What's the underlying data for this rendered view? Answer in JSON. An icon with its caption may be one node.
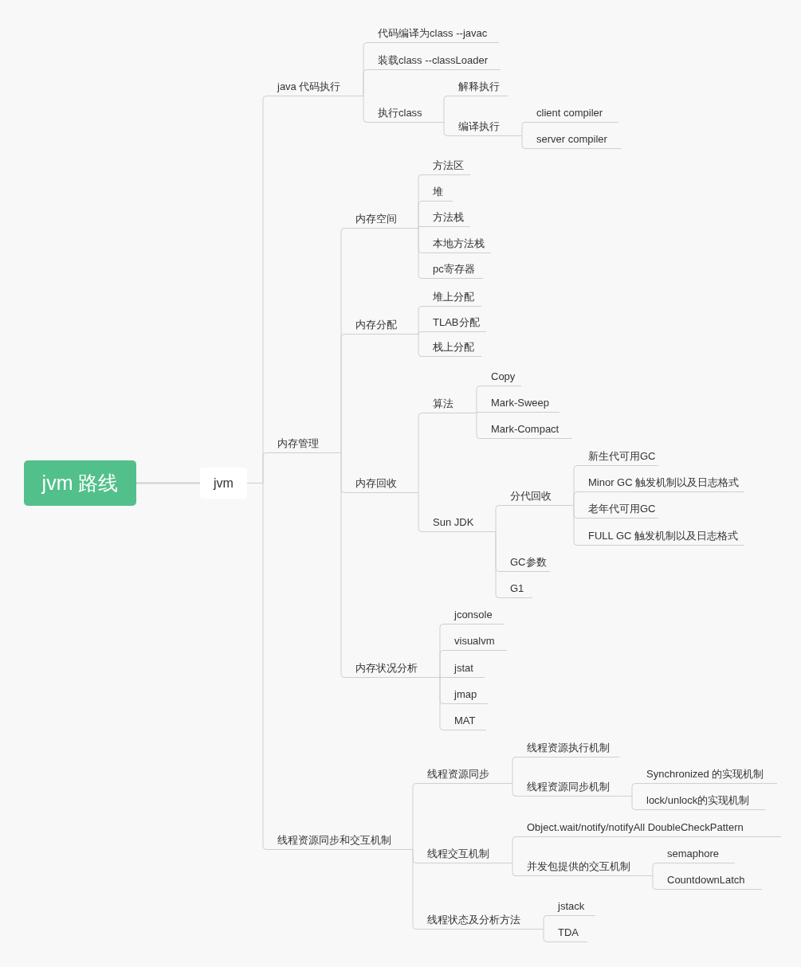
{
  "diagram": {
    "nodes": [
      {
        "text": [
          "jvm 路线"
        ]
      },
      {
        "text": [
          "jvm"
        ]
      },
      {
        "text": [
          "java 代码执行"
        ]
      },
      {
        "text": [
          "代码编译为class --javac"
        ]
      },
      {
        "text": [
          "装载class --classLoader"
        ]
      },
      {
        "text": [
          "执行class"
        ]
      },
      {
        "text": [
          "解释执行"
        ]
      },
      {
        "text": [
          "编译执行"
        ]
      },
      {
        "text": [
          "client compiler"
        ]
      },
      {
        "text": [
          "server compiler"
        ]
      },
      {
        "text": [
          "内存管理"
        ]
      },
      {
        "text": [
          "内存空间"
        ]
      },
      {
        "text": [
          "方法区"
        ]
      },
      {
        "text": [
          "堆"
        ]
      },
      {
        "text": [
          "方法栈"
        ]
      },
      {
        "text": [
          "本地方法栈"
        ]
      },
      {
        "text": [
          "pc寄存器"
        ]
      },
      {
        "text": [
          "内存分配"
        ]
      },
      {
        "text": [
          "堆上分配"
        ]
      },
      {
        "text": [
          "TLAB分配"
        ]
      },
      {
        "text": [
          "栈上分配"
        ]
      },
      {
        "text": [
          "内存回收"
        ]
      },
      {
        "text": [
          "算法"
        ]
      },
      {
        "text": [
          "Copy"
        ]
      },
      {
        "text": [
          "Mark-Sweep"
        ]
      },
      {
        "text": [
          "Mark-Compact"
        ]
      },
      {
        "text": [
          "Sun JDK"
        ]
      },
      {
        "text": [
          "分代回收"
        ]
      },
      {
        "text": [
          "新生代可用GC"
        ]
      },
      {
        "text": [
          "Minor GC 触发机制以及日志格式"
        ]
      },
      {
        "text": [
          "老年代可用GC"
        ]
      },
      {
        "text": [
          "FULL GC 触发机制以及日志格式"
        ]
      },
      {
        "text": [
          "GC参数"
        ]
      },
      {
        "text": [
          "G1"
        ]
      },
      {
        "text": [
          "内存状况分析"
        ]
      },
      {
        "text": [
          "jconsole"
        ]
      },
      {
        "text": [
          "visualvm"
        ]
      },
      {
        "text": [
          "jstat"
        ]
      },
      {
        "text": [
          "jmap"
        ]
      },
      {
        "text": [
          "MAT"
        ]
      },
      {
        "text": [
          "线程资源同步和交互机制"
        ]
      },
      {
        "text": [
          "线程资源同步"
        ]
      },
      {
        "text": [
          "线程资源执行机制"
        ]
      },
      {
        "text": [
          "线程资源同步机制"
        ]
      },
      {
        "text": [
          "Synchronized 的实现机制"
        ]
      },
      {
        "text": [
          "lock/unlock的实现机制"
        ]
      },
      {
        "text": [
          "线程交互机制"
        ]
      },
      {
        "text": [
          "Object.wait/notify/notifyAll DoubleCheckPattern"
        ]
      },
      {
        "text": [
          "并发包提供的交互机制"
        ]
      },
      {
        "text": [
          "semaphore"
        ]
      },
      {
        "text": [
          "CountdownLatch"
        ]
      },
      {
        "text": [
          "线程状态及分析方法"
        ]
      },
      {
        "text": [
          "jstack"
        ]
      },
      {
        "text": [
          "TDA"
        ]
      }
    ],
    "edges": [
      {
        "from": 0,
        "to": 1,
        "arrow": "none"
      },
      {
        "from": 1,
        "to": 2,
        "arrow": "none"
      },
      {
        "from": 2,
        "to": 3,
        "arrow": "none"
      },
      {
        "from": 2,
        "to": 4,
        "arrow": "none"
      },
      {
        "from": 2,
        "to": 5,
        "arrow": "none"
      },
      {
        "from": 5,
        "to": 6,
        "arrow": "none"
      },
      {
        "from": 5,
        "to": 7,
        "arrow": "none"
      },
      {
        "from": 7,
        "to": 8,
        "arrow": "none"
      },
      {
        "from": 7,
        "to": 9,
        "arrow": "none"
      },
      {
        "from": 1,
        "to": 10,
        "arrow": "none"
      },
      {
        "from": 10,
        "to": 11,
        "arrow": "none"
      },
      {
        "from": 11,
        "to": 12,
        "arrow": "none"
      },
      {
        "from": 11,
        "to": 13,
        "arrow": "none"
      },
      {
        "from": 11,
        "to": 14,
        "arrow": "none"
      },
      {
        "from": 11,
        "to": 15,
        "arrow": "none"
      },
      {
        "from": 11,
        "to": 16,
        "arrow": "none"
      },
      {
        "from": 10,
        "to": 17,
        "arrow": "none"
      },
      {
        "from": 17,
        "to": 18,
        "arrow": "none"
      },
      {
        "from": 17,
        "to": 19,
        "arrow": "none"
      },
      {
        "from": 17,
        "to": 20,
        "arrow": "none"
      },
      {
        "from": 10,
        "to": 21,
        "arrow": "none"
      },
      {
        "from": 21,
        "to": 22,
        "arrow": "none"
      },
      {
        "from": 22,
        "to": 23,
        "arrow": "none"
      },
      {
        "from": 22,
        "to": 24,
        "arrow": "none"
      },
      {
        "from": 22,
        "to": 25,
        "arrow": "none"
      },
      {
        "from": 21,
        "to": 26,
        "arrow": "none"
      },
      {
        "from": 26,
        "to": 27,
        "arrow": "none"
      },
      {
        "from": 27,
        "to": 28,
        "arrow": "none"
      },
      {
        "from": 27,
        "to": 29,
        "arrow": "none"
      },
      {
        "from": 27,
        "to": 30,
        "arrow": "none"
      },
      {
        "from": 27,
        "to": 31,
        "arrow": "none"
      },
      {
        "from": 26,
        "to": 32,
        "arrow": "none"
      },
      {
        "from": 26,
        "to": 33,
        "arrow": "none"
      },
      {
        "from": 10,
        "to": 34,
        "arrow": "none"
      },
      {
        "from": 34,
        "to": 35,
        "arrow": "none"
      },
      {
        "from": 34,
        "to": 36,
        "arrow": "none"
      },
      {
        "from": 34,
        "to": 37,
        "arrow": "none"
      },
      {
        "from": 34,
        "to": 38,
        "arrow": "none"
      },
      {
        "from": 34,
        "to": 39,
        "arrow": "none"
      },
      {
        "from": 1,
        "to": 40,
        "arrow": "none"
      },
      {
        "from": 40,
        "to": 41,
        "arrow": "none"
      },
      {
        "from": 41,
        "to": 42,
        "arrow": "none"
      },
      {
        "from": 41,
        "to": 43,
        "arrow": "none"
      },
      {
        "from": 43,
        "to": 44,
        "arrow": "none"
      },
      {
        "from": 43,
        "to": 45,
        "arrow": "none"
      },
      {
        "from": 40,
        "to": 46,
        "arrow": "none"
      },
      {
        "from": 46,
        "to": 47,
        "arrow": "none"
      },
      {
        "from": 46,
        "to": 48,
        "arrow": "none"
      },
      {
        "from": 48,
        "to": 49,
        "arrow": "none"
      },
      {
        "from": 48,
        "to": 50,
        "arrow": "none"
      },
      {
        "from": 40,
        "to": 51,
        "arrow": "none"
      },
      {
        "from": 51,
        "to": 52,
        "arrow": "none"
      },
      {
        "from": 51,
        "to": 53,
        "arrow": "none"
      }
    ]
  }
}
